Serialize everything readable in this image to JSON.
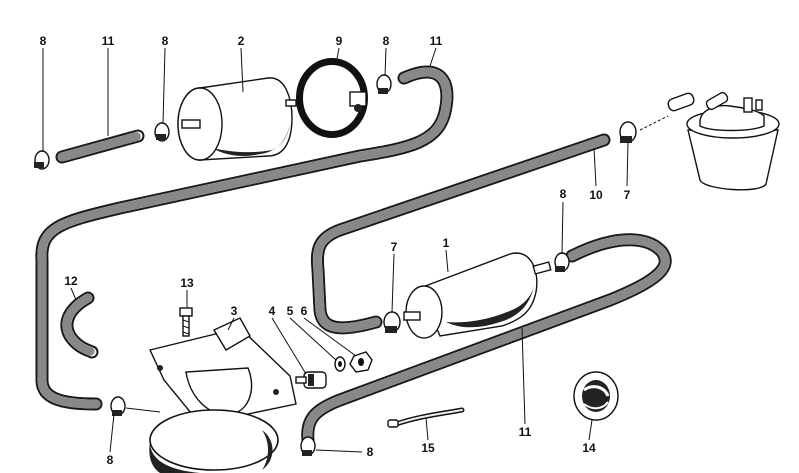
{
  "diagram": {
    "part_numbers": {
      "clamp_top_left": "8",
      "hose_top_left": "11",
      "clamp_top_mid": "8",
      "filter": "2",
      "strap_bracket": "9",
      "clamp_top_right": "8",
      "hose_top_right": "11",
      "hose_to_tank": "10",
      "clamp_tank": "7",
      "clamp_pump_right": "8",
      "fuel_pump": "1",
      "clamp_pump_left": "7",
      "hose_bend": "12",
      "bolt": "13",
      "pump_bracket": "3",
      "rubber_mount": "4",
      "washer": "5",
      "nut": "6",
      "clamp_bottom_left": "8",
      "hose_bottom": "11",
      "clamp_bottom_mid": "8",
      "vent_hose": "15",
      "grommet": "14"
    }
  }
}
